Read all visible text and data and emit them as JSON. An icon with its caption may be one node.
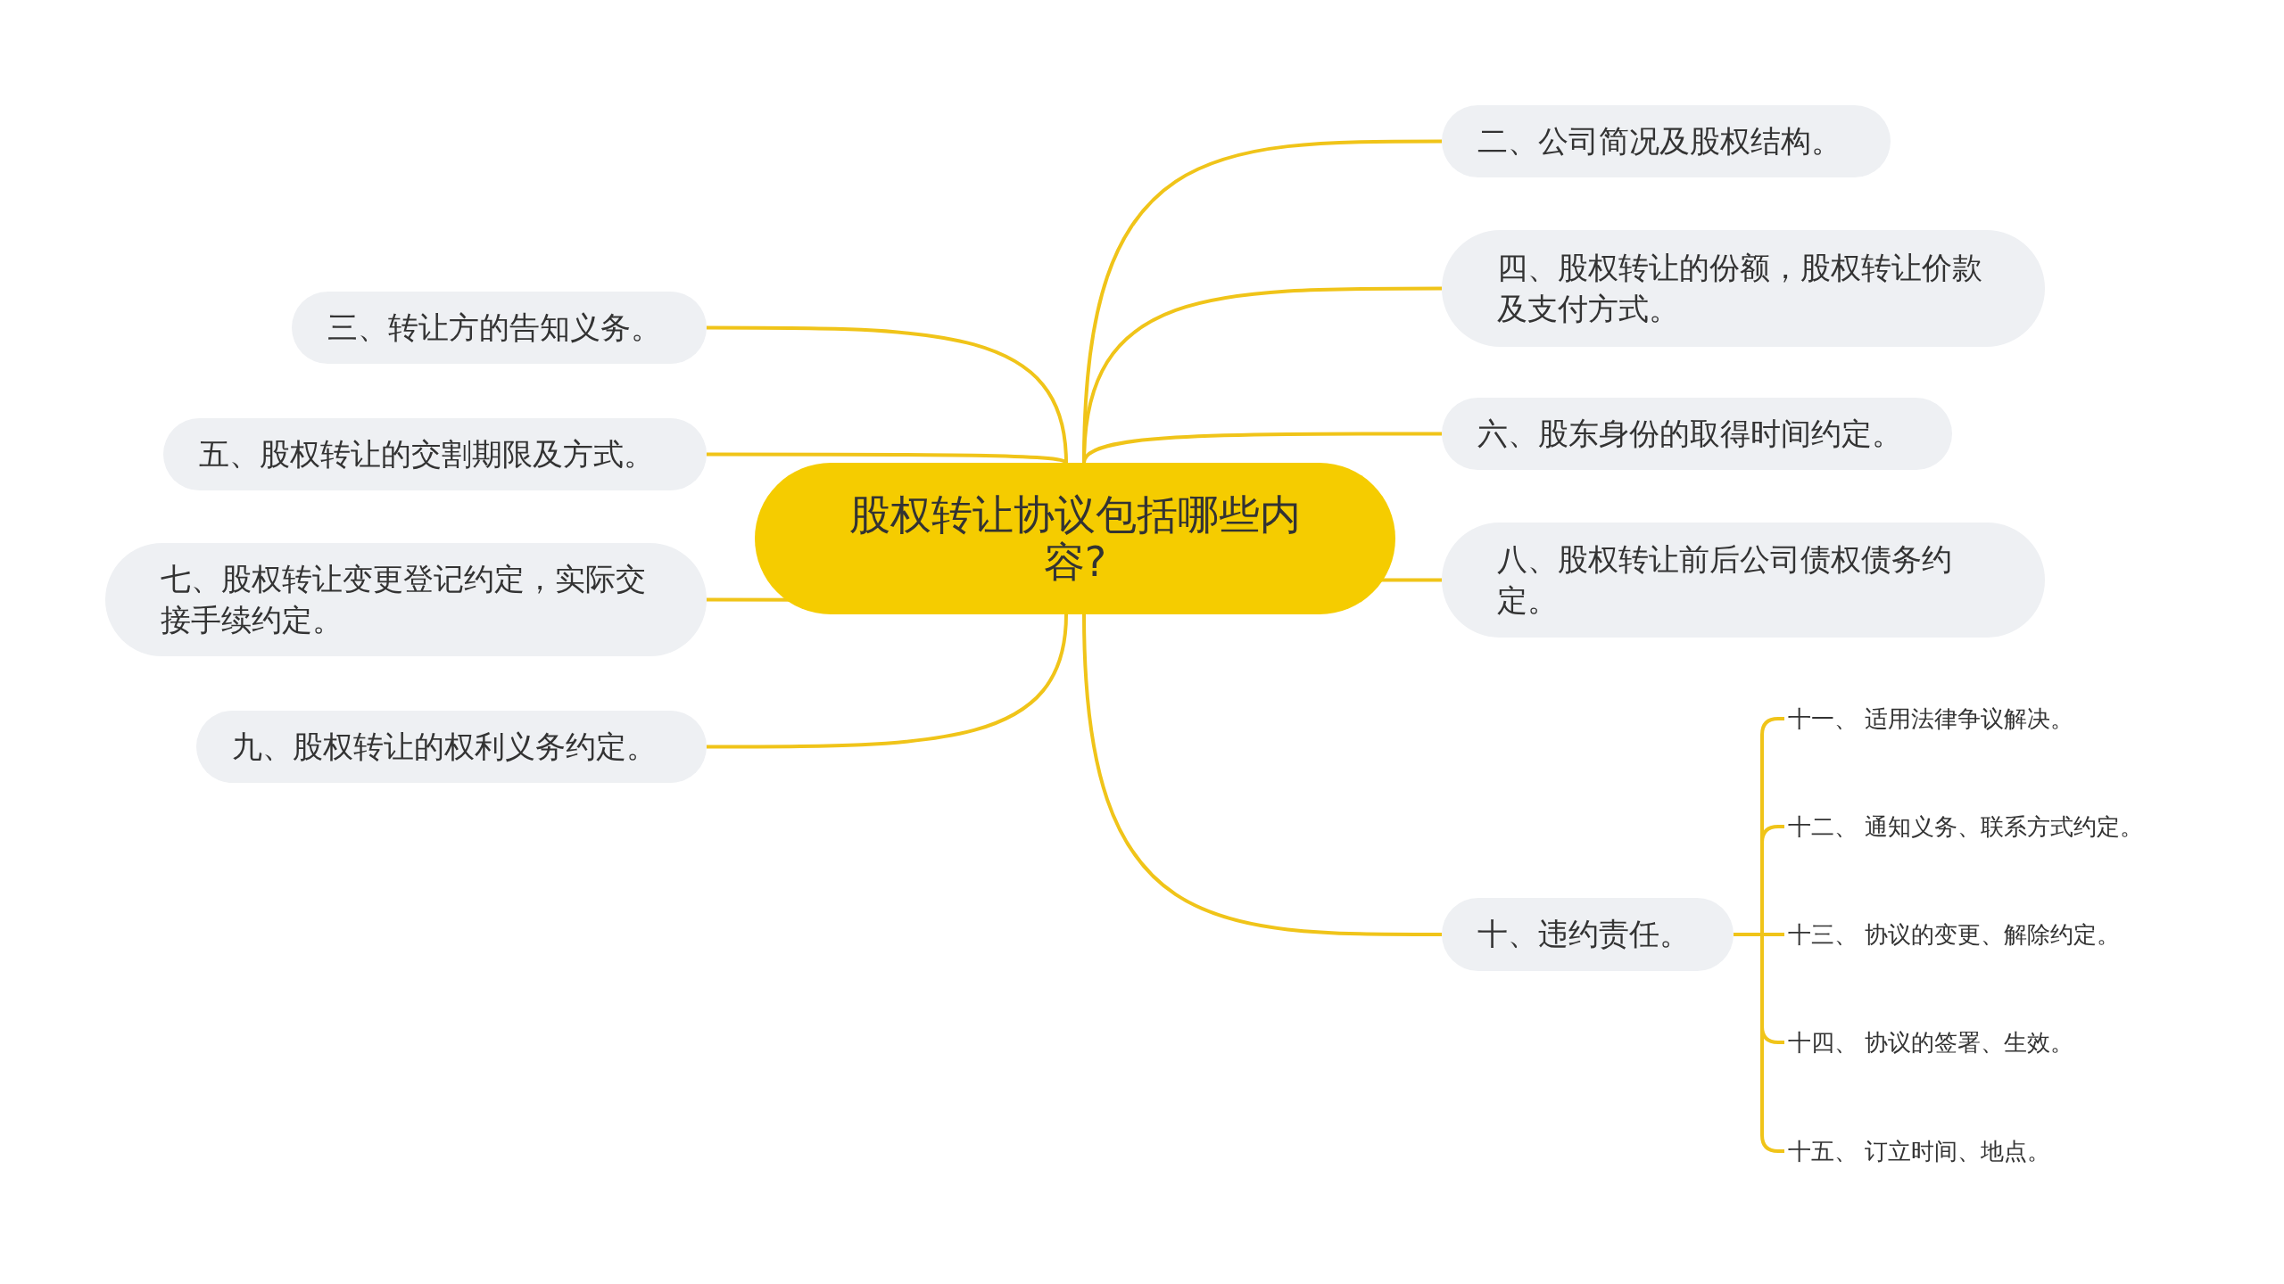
{
  "diagram": {
    "nodes": [
      {
        "text": [
          "股权转让协议包括哪些内容?"
        ]
      },
      {
        "text": [
          "二、公司简况及股权结构。"
        ]
      },
      {
        "text": [
          "三、转让方的告知义务。"
        ]
      },
      {
        "text": [
          "四、股权转让的份额，股权转让价款及支付方式。"
        ]
      },
      {
        "text": [
          "五、股权转让的交割期限及方式。"
        ]
      },
      {
        "text": [
          "六、股东身份的取得时间约定。"
        ]
      },
      {
        "text": [
          "七、股权转让变更登记约定，实际交接手续约定。"
        ]
      },
      {
        "text": [
          "八、股权转让前后公司债权债务约定。"
        ]
      },
      {
        "text": [
          "九、股权转让的权利义务约定。"
        ]
      },
      {
        "text": [
          "十、违约责任。"
        ]
      },
      {
        "text": [
          "十一、 适用法律争议解决。"
        ]
      },
      {
        "text": [
          "十二、 通知义务、联系方式约定。"
        ]
      },
      {
        "text": [
          "十三、 协议的变更、解除约定。"
        ]
      },
      {
        "text": [
          "十四、 协议的签署、生效。"
        ]
      },
      {
        "text": [
          "十五、 订立时间、地点。"
        ]
      }
    ],
    "edges": [
      {
        "from": 0,
        "to": 1,
        "arrow": "none"
      },
      {
        "from": 0,
        "to": 2,
        "arrow": "none"
      },
      {
        "from": 0,
        "to": 3,
        "arrow": "none"
      },
      {
        "from": 0,
        "to": 4,
        "arrow": "none"
      },
      {
        "from": 0,
        "to": 5,
        "arrow": "none"
      },
      {
        "from": 0,
        "to": 6,
        "arrow": "none"
      },
      {
        "from": 0,
        "to": 7,
        "arrow": "none"
      },
      {
        "from": 0,
        "to": 8,
        "arrow": "none"
      },
      {
        "from": 0,
        "to": 9,
        "arrow": "none"
      },
      {
        "from": 9,
        "to": 10,
        "arrow": "none"
      },
      {
        "from": 9,
        "to": 11,
        "arrow": "none"
      },
      {
        "from": 9,
        "to": 12,
        "arrow": "none"
      },
      {
        "from": 9,
        "to": 13,
        "arrow": "none"
      },
      {
        "from": 9,
        "to": 14,
        "arrow": "none"
      }
    ]
  }
}
